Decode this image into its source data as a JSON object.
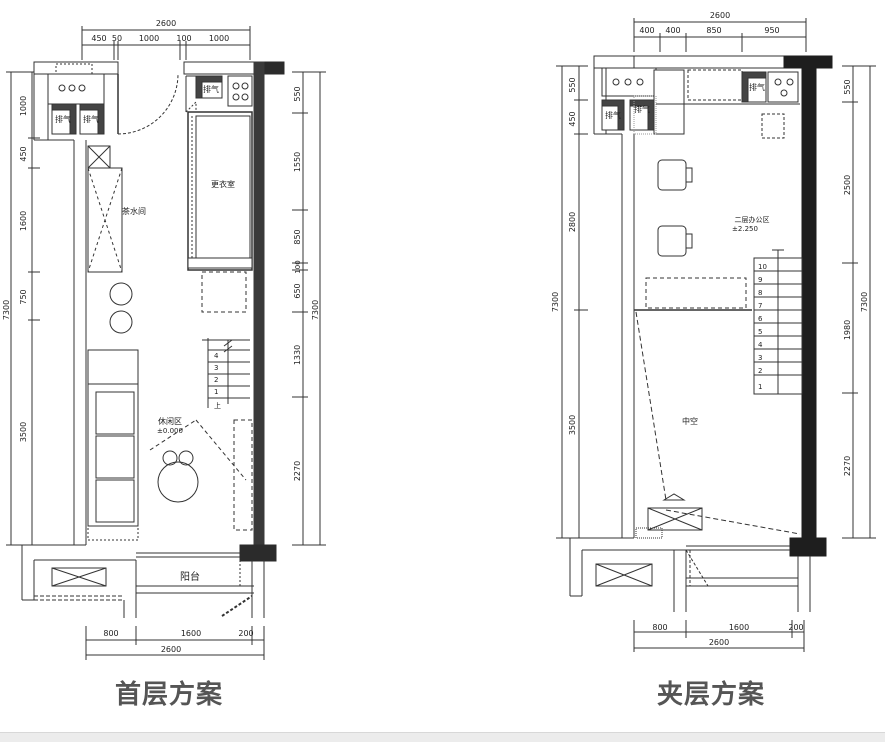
{
  "plan_left": {
    "caption": "首层方案",
    "dims_top_total": "2600",
    "dims_top_parts": [
      "450",
      "50",
      "1000",
      "100",
      "1000"
    ],
    "dims_left": [
      "1000",
      "450",
      "1600",
      "750",
      "3500"
    ],
    "dim_left_total": "7300",
    "dims_right": [
      "550",
      "1550",
      "850",
      "100",
      "650",
      "1330",
      "2270"
    ],
    "dim_right_total": "7300",
    "dims_bottom_parts": [
      "800",
      "1600",
      "200"
    ],
    "dims_bottom_total": "2600",
    "labels": {
      "exhaust_1": "排气",
      "exhaust_2": "排气",
      "exhaust_3": "排气",
      "tea_room": "茶水间",
      "changing_room": "更衣室",
      "lounge": "休闲区",
      "lounge_level": "±0.000",
      "balcony": "阳台",
      "up": "上"
    },
    "stair_numbers": [
      "1",
      "2",
      "3",
      "4"
    ]
  },
  "plan_right": {
    "caption": "夹层方案",
    "dims_top_total": "2600",
    "dims_top_parts": [
      "400",
      "400",
      "850",
      "950"
    ],
    "dims_left": [
      "550",
      "450",
      "2800",
      "3500"
    ],
    "dim_left_total": "7300",
    "dims_right": [
      "550",
      "2500",
      "1980",
      "2270"
    ],
    "dim_right_total": "7300",
    "dims_bottom_parts": [
      "800",
      "1600",
      "200"
    ],
    "dims_bottom_total": "2600",
    "labels": {
      "exhaust_1": "排气",
      "exhaust_2": "排气",
      "exhaust_3": "排气",
      "office": "二层办公区",
      "office_level": "±2.250",
      "void": "中空"
    },
    "stair_numbers": [
      "1",
      "2",
      "3",
      "4",
      "5",
      "6",
      "7",
      "8",
      "9",
      "10"
    ]
  }
}
